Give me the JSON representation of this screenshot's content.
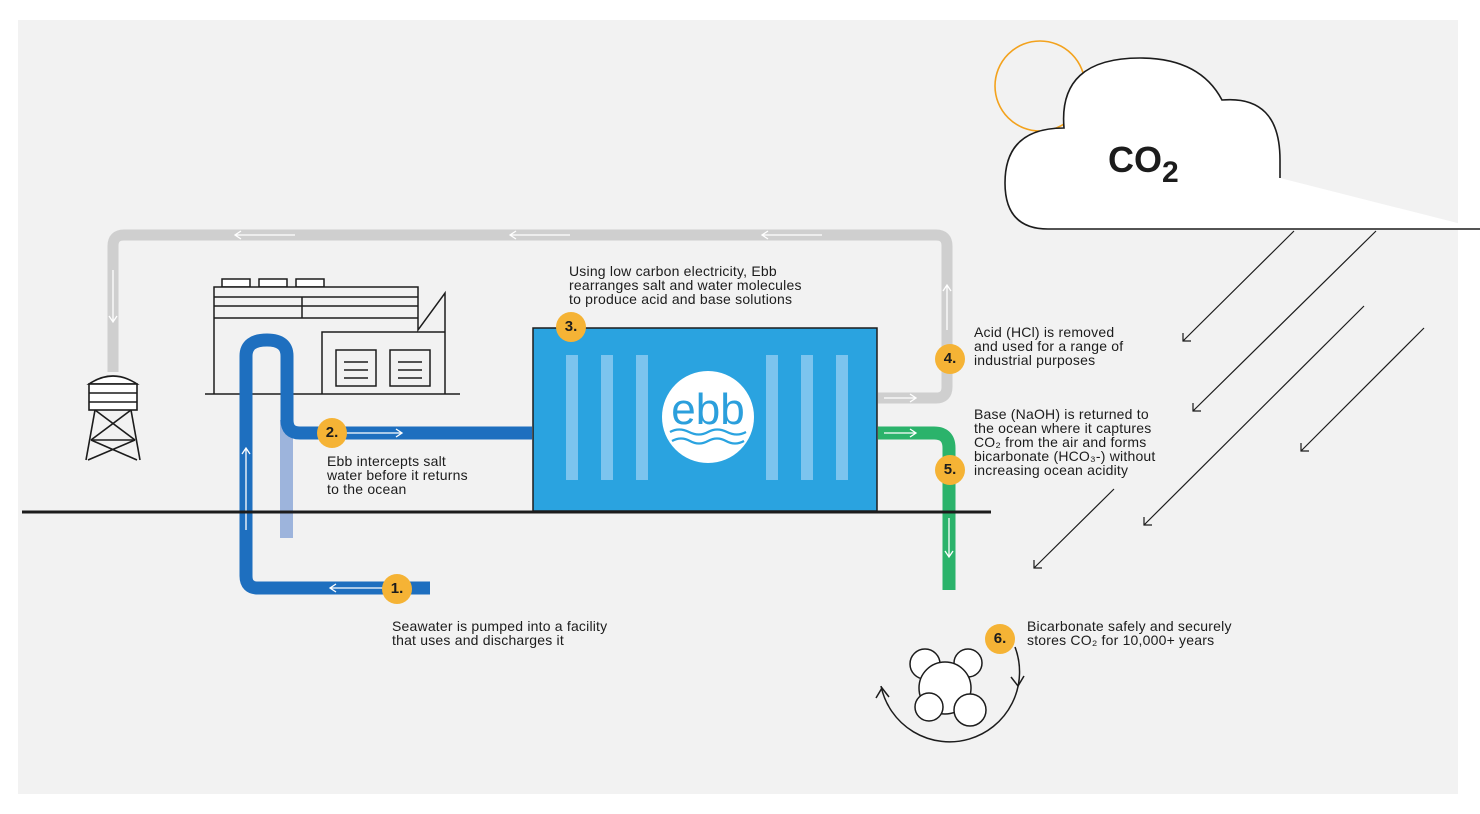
{
  "cloud": {
    "label": "CO",
    "subscript": "2"
  },
  "logo": {
    "text": "ebb"
  },
  "steps": [
    {
      "number": "1.",
      "text": "Seawater is pumped into a facility\nthat uses and discharges it"
    },
    {
      "number": "2.",
      "text": "Ebb intercepts salt\nwater before it returns\nto the ocean"
    },
    {
      "number": "3.",
      "text": "Using low carbon electricity, Ebb\nrearranges salt and water molecules\nto produce acid and base solutions"
    },
    {
      "number": "4.",
      "text": "Acid (HCl) is removed\nand used for a range of\nindustrial purposes"
    },
    {
      "number": "5.",
      "text": "Base (NaOH) is returned to\nthe ocean where it captures\nCO₂ from the air and forms\nbicarbonate (HCO₃-) without\nincreasing ocean acidity"
    },
    {
      "number": "6.",
      "text": "Bicarbonate safely and securely\nstores CO₂ for 10,000+ years"
    }
  ],
  "colors": {
    "background": "#f2f2f2",
    "pipe_blue": "#1e6fbf",
    "pipe_light": "#9db4dc",
    "pipe_gray": "#cfcfcf",
    "pipe_green": "#2bb36b",
    "container": "#2aa3e0",
    "wave": "#2aa3e0",
    "badge": "#f5b335",
    "sun": "#f3a21d"
  },
  "icons": [
    "water-tower-icon",
    "factory-icon",
    "cloud-icon",
    "sun-icon",
    "bicarbonate-molecule-icon"
  ]
}
